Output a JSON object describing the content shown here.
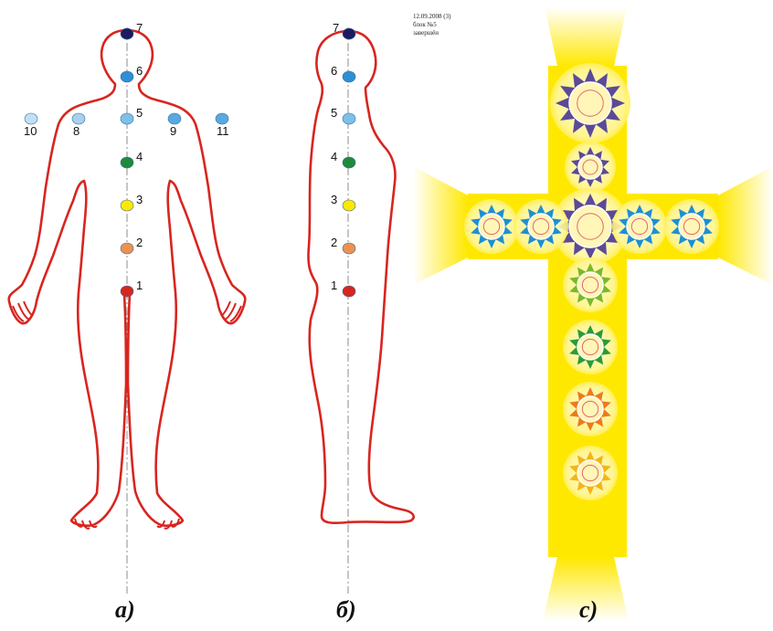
{
  "note": {
    "line1": "12.09.2008 (3)",
    "line2": "блок №5",
    "line3": "завершён"
  },
  "panels": {
    "a": "а)",
    "b": "б)",
    "c": "с)"
  },
  "colors": {
    "outline": "#d8251f",
    "axis": "#8c8c8c",
    "yellow": "#ffe800",
    "violet": "#5b4a96",
    "blue": "#1e8fd0",
    "green": "#2a9a3a",
    "orange": "#ee7a1a",
    "gold": "#f5b418"
  },
  "front_points": [
    {
      "label": "7",
      "color": "#1d1a5e"
    },
    {
      "label": "6",
      "color": "#2e8fd6"
    },
    {
      "label": "5",
      "color": "#7dc1ea"
    },
    {
      "label": "4",
      "color": "#1e8a3a"
    },
    {
      "label": "3",
      "color": "#ffe800"
    },
    {
      "label": "2",
      "color": "#ee9150"
    },
    {
      "label": "1",
      "color": "#d8251f"
    },
    {
      "label": "10",
      "color": "#c2dff4"
    },
    {
      "label": "8",
      "color": "#a8d0ee"
    },
    {
      "label": "9",
      "color": "#5aa8e0"
    },
    {
      "label": "11",
      "color": "#5aa8e0"
    }
  ],
  "side_points": [
    {
      "label": "7",
      "color": "#1d1a5e"
    },
    {
      "label": "6",
      "color": "#2e8fd6"
    },
    {
      "label": "5",
      "color": "#7dc1ea"
    },
    {
      "label": "4",
      "color": "#1e8a3a"
    },
    {
      "label": "3",
      "color": "#ffe800"
    },
    {
      "label": "2",
      "color": "#ee9150"
    },
    {
      "label": "1",
      "color": "#d8251f"
    }
  ]
}
